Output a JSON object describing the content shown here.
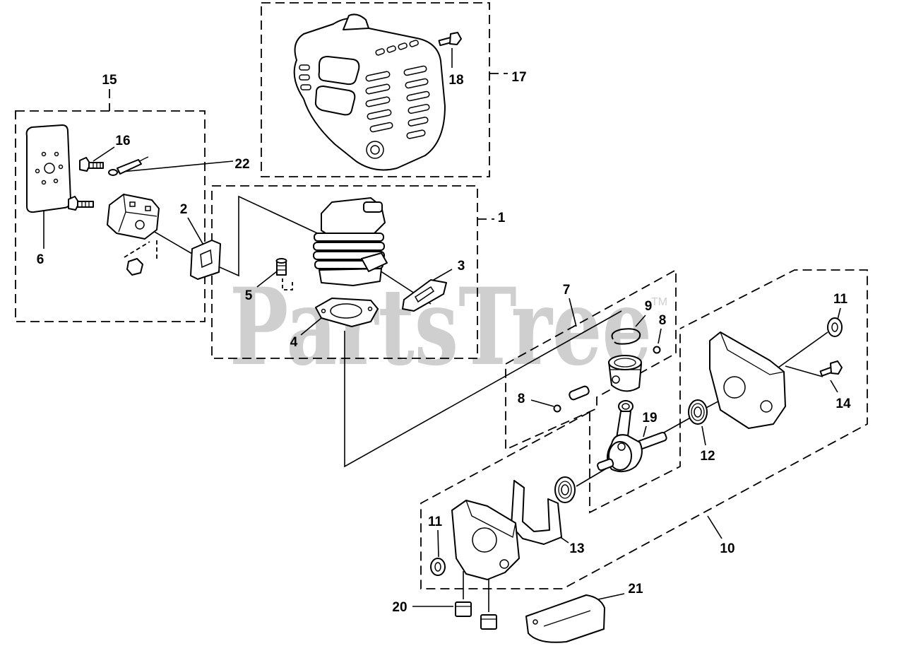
{
  "watermark": {
    "text": "PartsTree",
    "trademark": "TM"
  },
  "callouts": [
    "1",
    "2",
    "3",
    "4",
    "5",
    "6",
    "7",
    "8",
    "8",
    "9",
    "10",
    "11",
    "11",
    "12",
    "13",
    "14",
    "15",
    "16",
    "17",
    "18",
    "19",
    "20",
    "21",
    "22"
  ],
  "colors": {
    "ink": "#000000",
    "background": "#ffffff",
    "watermark": "#cfcfcf"
  }
}
